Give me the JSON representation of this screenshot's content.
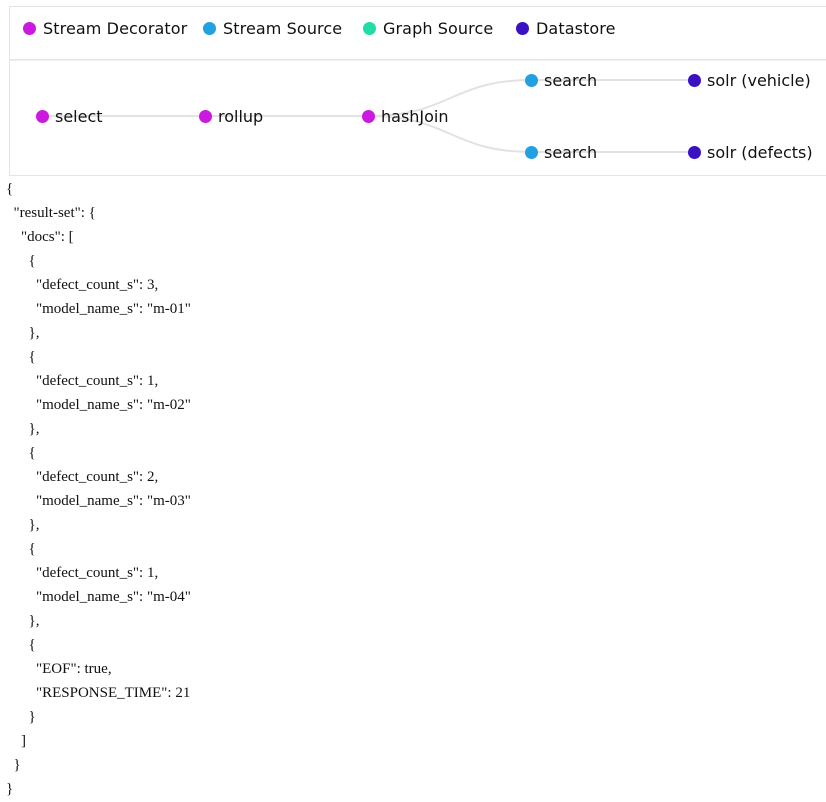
{
  "legend": {
    "items": [
      {
        "label": "Stream Decorator",
        "color": "#cc19e0"
      },
      {
        "label": "Stream Source",
        "color": "#22a0e0"
      },
      {
        "label": "Graph Source",
        "color": "#20dca6"
      },
      {
        "label": "Datastore",
        "color": "#3a12c4"
      }
    ]
  },
  "graph": {
    "edge_color": "#e2e2e2",
    "nodes": [
      {
        "id": "select",
        "label": "select",
        "type": "Stream Decorator",
        "color": "#cc19e0"
      },
      {
        "id": "rollup",
        "label": "rollup",
        "type": "Stream Decorator",
        "color": "#cc19e0"
      },
      {
        "id": "hashjoin",
        "label": "hashJoin",
        "type": "Stream Decorator",
        "color": "#cc19e0"
      },
      {
        "id": "search1",
        "label": "search",
        "type": "Stream Source",
        "color": "#22a0e0"
      },
      {
        "id": "search2",
        "label": "search",
        "type": "Stream Source",
        "color": "#22a0e0"
      },
      {
        "id": "solr1",
        "label": "solr (vehicle)",
        "type": "Datastore",
        "color": "#3a12c4"
      },
      {
        "id": "solr2",
        "label": "solr (defects)",
        "type": "Datastore",
        "color": "#3a12c4"
      }
    ],
    "edges": [
      {
        "from": "select",
        "to": "rollup"
      },
      {
        "from": "rollup",
        "to": "hashjoin"
      },
      {
        "from": "hashjoin",
        "to": "search1"
      },
      {
        "from": "hashjoin",
        "to": "search2"
      },
      {
        "from": "search1",
        "to": "solr1"
      },
      {
        "from": "search2",
        "to": "solr2"
      }
    ]
  },
  "result": {
    "text": "{\n  \"result-set\": {\n    \"docs\": [\n      {\n        \"defect_count_s\": 3,\n        \"model_name_s\": \"m-01\"\n      },\n      {\n        \"defect_count_s\": 1,\n        \"model_name_s\": \"m-02\"\n      },\n      {\n        \"defect_count_s\": 2,\n        \"model_name_s\": \"m-03\"\n      },\n      {\n        \"defect_count_s\": 1,\n        \"model_name_s\": \"m-04\"\n      },\n      {\n        \"EOF\": true,\n        \"RESPONSE_TIME\": 21\n      }\n    ]\n  }\n}"
  }
}
